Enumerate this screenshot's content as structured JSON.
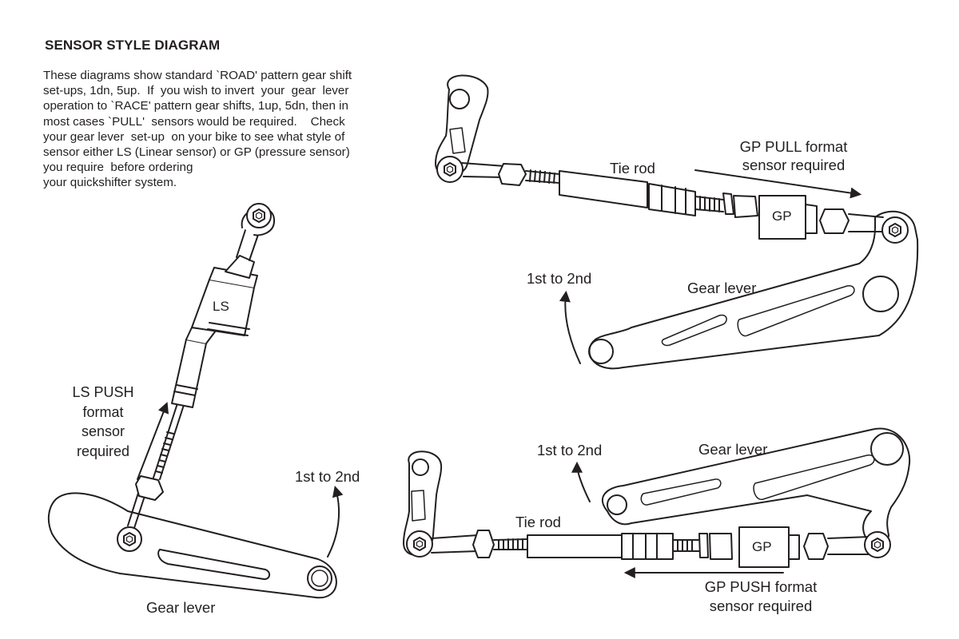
{
  "title": "SENSOR STYLE DIAGRAM",
  "intro_lines": [
    "These diagrams show standard `ROAD' pattern gear shift",
    "set-ups, 1dn, 5up.  If  you wish to invert  your  gear  lever",
    "operation to `RACE' pattern gear shifts, 1up, 5dn, then in",
    "most cases `PULL'  sensors would be required.    Check",
    "your gear lever  set-up  on your bike to see what style of",
    "sensor either LS (Linear sensor) or GP (pressure sensor)",
    "you require  before ordering",
    "your quickshifter system."
  ],
  "diagram_ls": {
    "sensor_label": "LS",
    "format_lines": [
      "LS PUSH",
      "format",
      "sensor",
      "required"
    ],
    "direction_label": "1st to 2nd",
    "lever_label": "Gear lever"
  },
  "diagram_gp_pull": {
    "sensor_label": "GP",
    "tie_rod_label": "Tie rod",
    "format_lines": [
      "GP PULL format",
      "sensor required"
    ],
    "direction_label": "1st to 2nd",
    "lever_label": "Gear lever"
  },
  "diagram_gp_push": {
    "sensor_label": "GP",
    "tie_rod_label": "Tie rod",
    "format_lines": [
      "GP PUSH format",
      "sensor required"
    ],
    "direction_label": "1st to 2nd",
    "lever_label": "Gear lever"
  },
  "colors": {
    "ink": "#231f20",
    "background": "#ffffff"
  }
}
